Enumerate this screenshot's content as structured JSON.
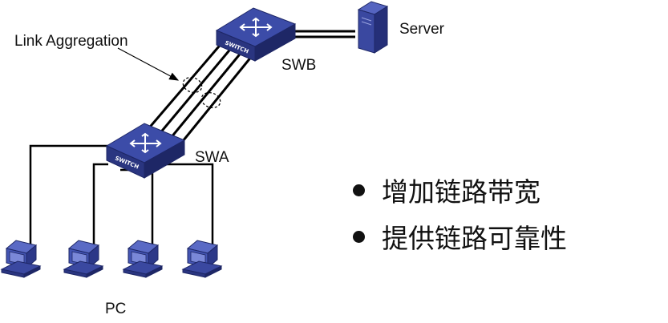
{
  "labels": {
    "link_aggregation": "Link Aggregation",
    "switch_b": "SWB",
    "switch_a": "SWA",
    "server": "Server",
    "pc": "PC",
    "switch_badge": "SWITCH"
  },
  "bullets": [
    "增加链路带宽",
    "提供链路可靠性"
  ],
  "colors": {
    "switch_top": "#3C4CA8",
    "switch_front": "#2A3580",
    "switch_side": "#1E2766",
    "pc_blue": "#4455B3",
    "server_blue": "#3A48A0",
    "line": "#000000"
  }
}
